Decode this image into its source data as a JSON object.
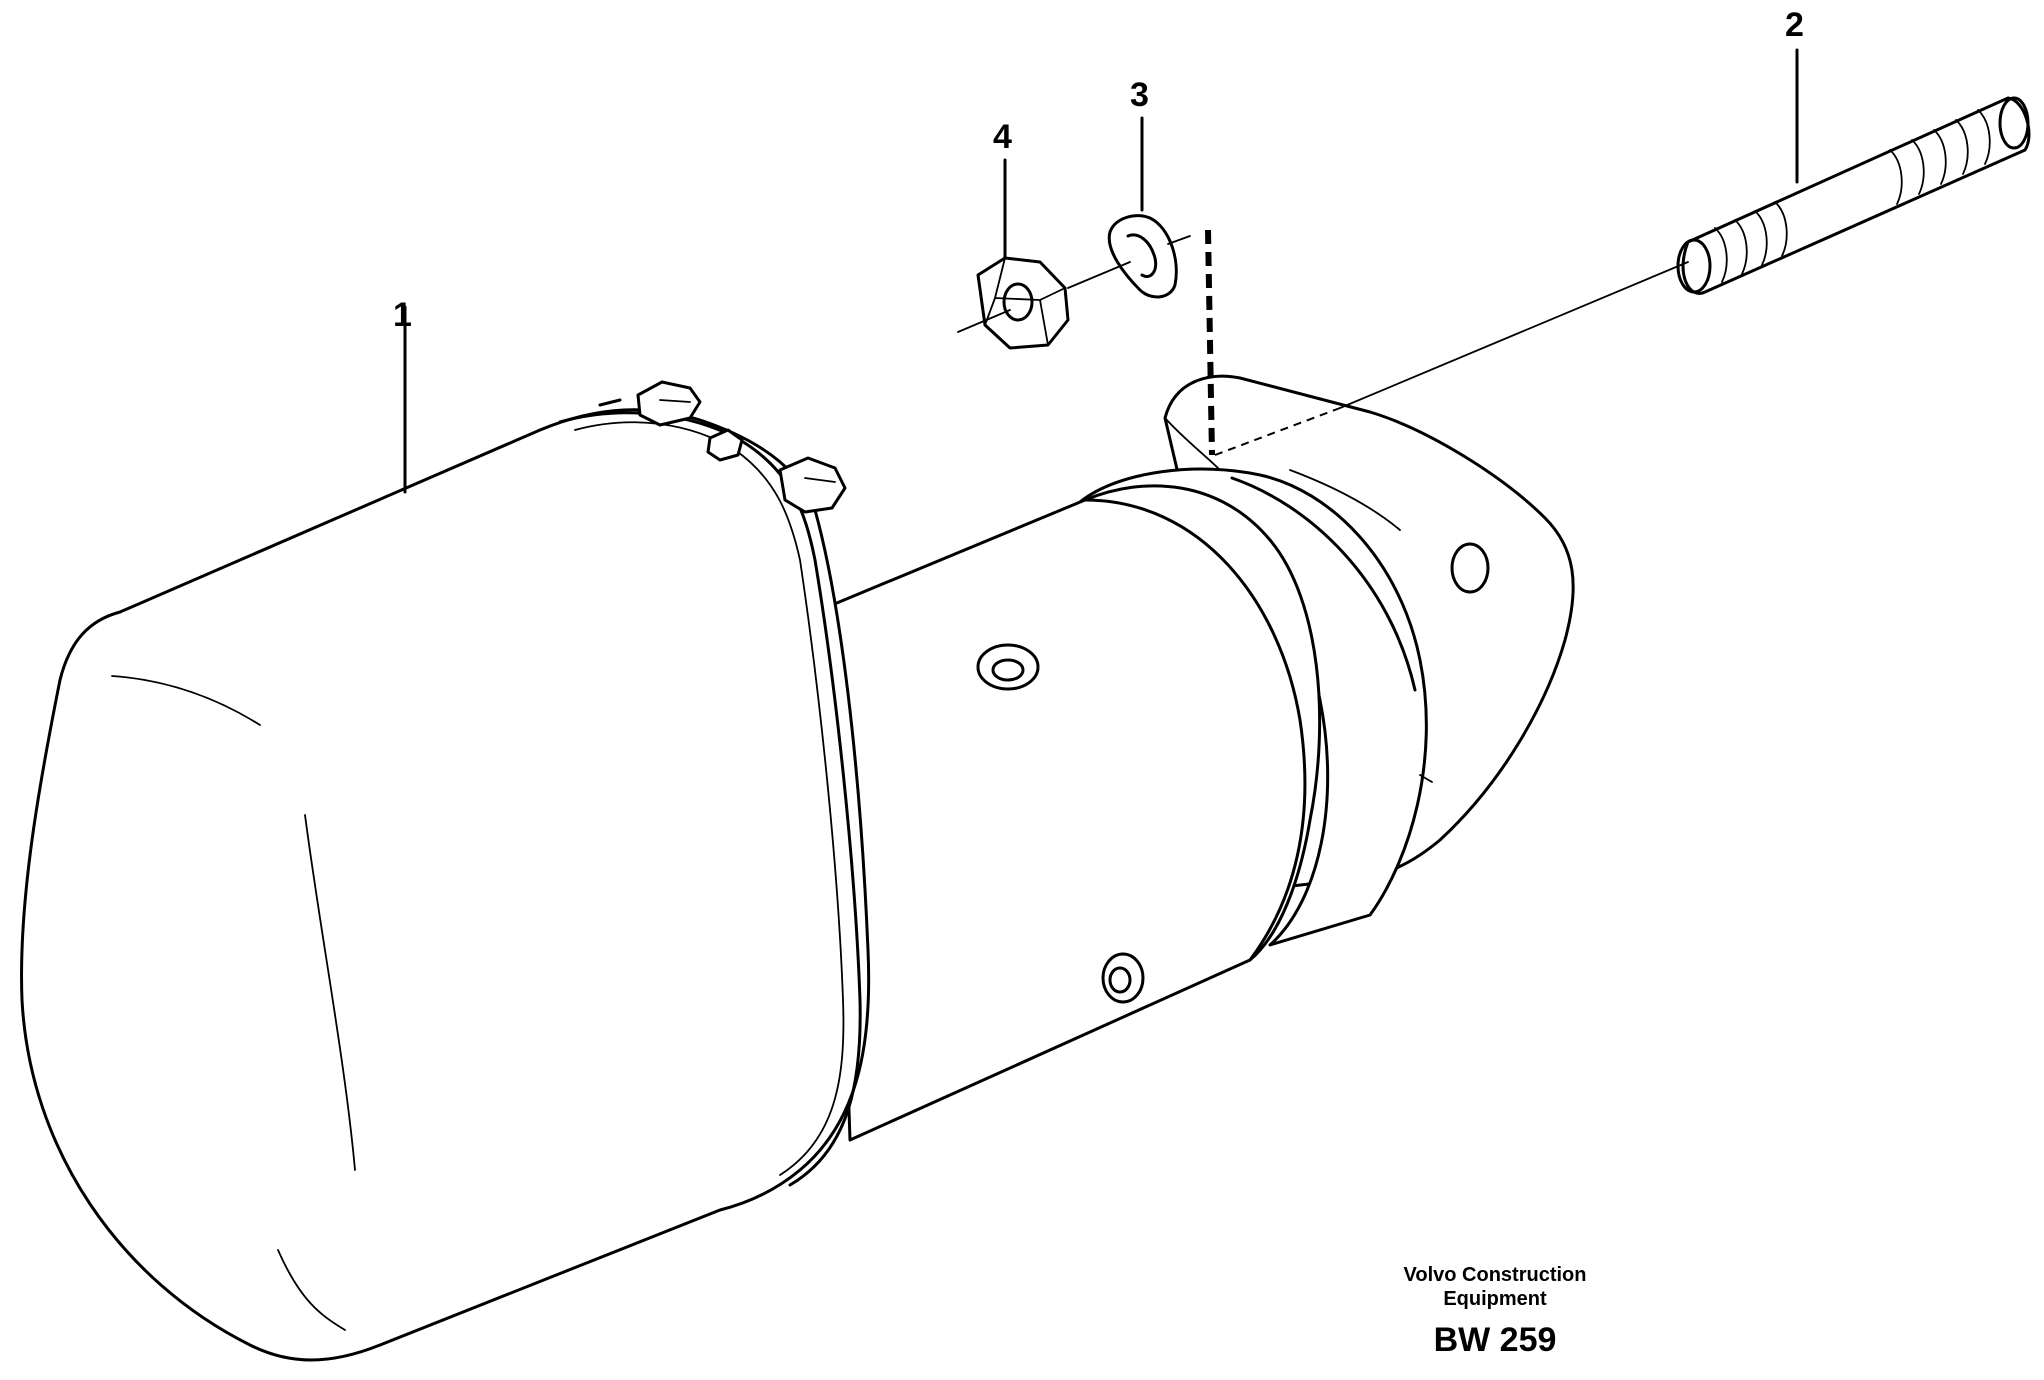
{
  "callouts": {
    "c1": "1",
    "c2": "2",
    "c3": "3",
    "c4": "4"
  },
  "footer": {
    "company_line1": "Volvo Construction",
    "company_line2": "Equipment",
    "drawing_code": "BW 259"
  }
}
